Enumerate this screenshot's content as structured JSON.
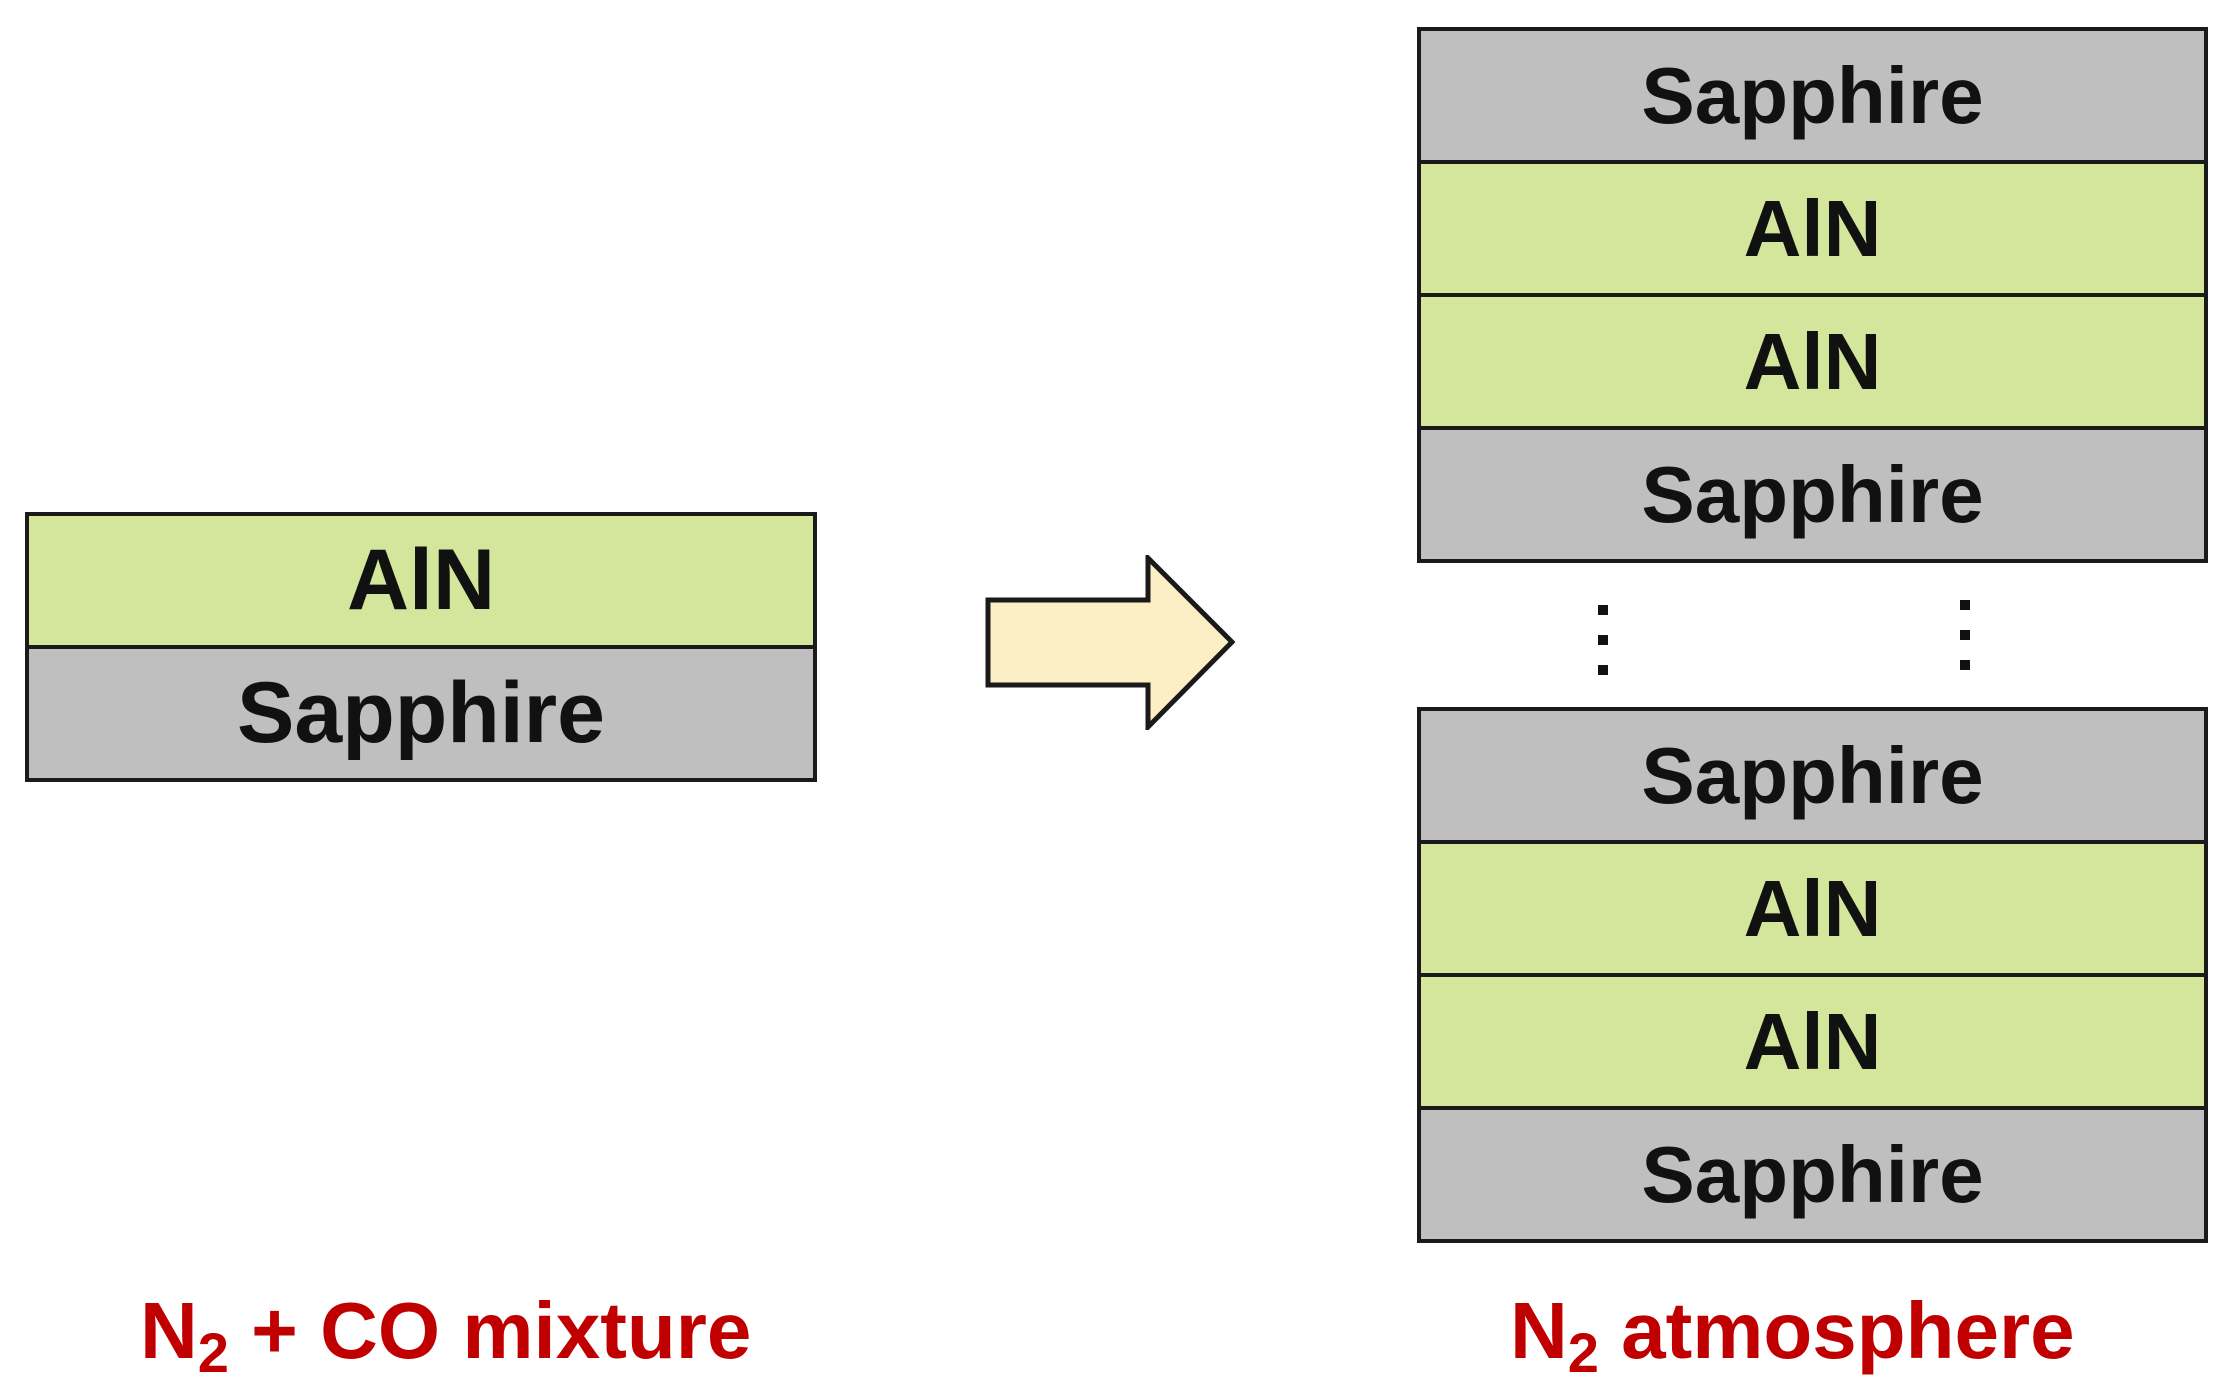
{
  "colors": {
    "aln_fill": "#d4e69b",
    "sapphire_fill": "#bfbfbf",
    "arrow_fill": "#fcefc6",
    "caption_text": "#c00000",
    "outline": "#1a1a1a"
  },
  "left_stack": {
    "layers": [
      "AlN",
      "Sapphire"
    ]
  },
  "right_stack_top": {
    "layers": [
      "Sapphire",
      "AlN",
      "AlN",
      "Sapphire"
    ]
  },
  "right_stack_bottom": {
    "layers": [
      "Sapphire",
      "AlN",
      "AlN",
      "Sapphire"
    ]
  },
  "captions": {
    "left": {
      "main": "N",
      "sub": "2",
      "rest": " + CO mixture"
    },
    "right": {
      "main": "N",
      "sub": "2",
      "rest": " atmosphere"
    }
  },
  "icons": {
    "arrow": "right-arrow-icon",
    "ellipsis": "vertical-ellipsis-icon"
  }
}
